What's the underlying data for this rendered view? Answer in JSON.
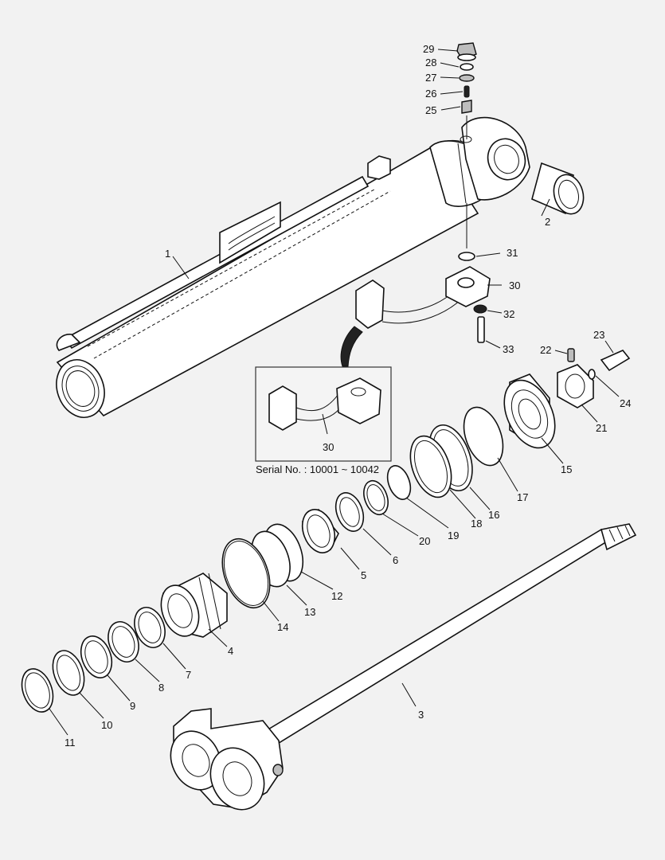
{
  "inset": {
    "caption": "Serial No. : 10001 ~ 10042",
    "part_label": "30"
  },
  "callouts": [
    {
      "id": "c1",
      "label": "1"
    },
    {
      "id": "c2",
      "label": "2"
    },
    {
      "id": "c3",
      "label": "3"
    },
    {
      "id": "c4",
      "label": "4"
    },
    {
      "id": "c5",
      "label": "5"
    },
    {
      "id": "c6",
      "label": "6"
    },
    {
      "id": "c7",
      "label": "7"
    },
    {
      "id": "c8",
      "label": "8"
    },
    {
      "id": "c9",
      "label": "9"
    },
    {
      "id": "c10",
      "label": "10"
    },
    {
      "id": "c11",
      "label": "11"
    },
    {
      "id": "c12",
      "label": "12"
    },
    {
      "id": "c13",
      "label": "13"
    },
    {
      "id": "c14",
      "label": "14"
    },
    {
      "id": "c15",
      "label": "15"
    },
    {
      "id": "c16",
      "label": "16"
    },
    {
      "id": "c17",
      "label": "17"
    },
    {
      "id": "c18",
      "label": "18"
    },
    {
      "id": "c19",
      "label": "19"
    },
    {
      "id": "c20",
      "label": "20"
    },
    {
      "id": "c21",
      "label": "21"
    },
    {
      "id": "c22",
      "label": "22"
    },
    {
      "id": "c23",
      "label": "23"
    },
    {
      "id": "c24",
      "label": "24"
    },
    {
      "id": "c25",
      "label": "25"
    },
    {
      "id": "c26",
      "label": "26"
    },
    {
      "id": "c27",
      "label": "27"
    },
    {
      "id": "c28",
      "label": "28"
    },
    {
      "id": "c29",
      "label": "29"
    },
    {
      "id": "c30",
      "label": "30"
    },
    {
      "id": "c31",
      "label": "31"
    },
    {
      "id": "c32",
      "label": "32"
    },
    {
      "id": "c33",
      "label": "33"
    }
  ]
}
